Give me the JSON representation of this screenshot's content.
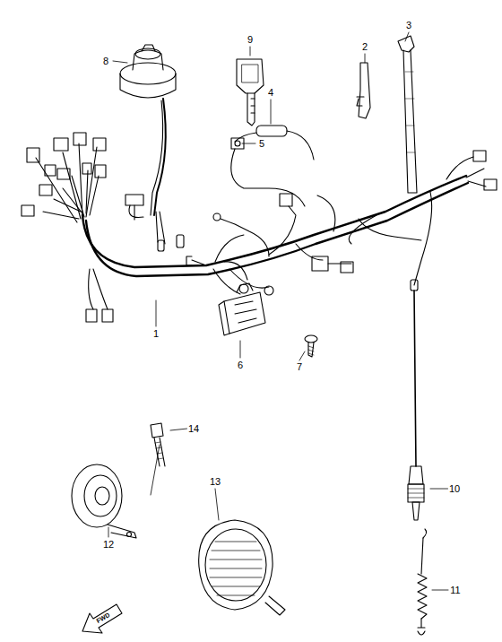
{
  "diagram": {
    "labels": [
      "8",
      "9",
      "2",
      "3",
      "4",
      "5",
      "1",
      "6",
      "7",
      "14",
      "10",
      "12",
      "13",
      "11",
      "FWD"
    ]
  }
}
